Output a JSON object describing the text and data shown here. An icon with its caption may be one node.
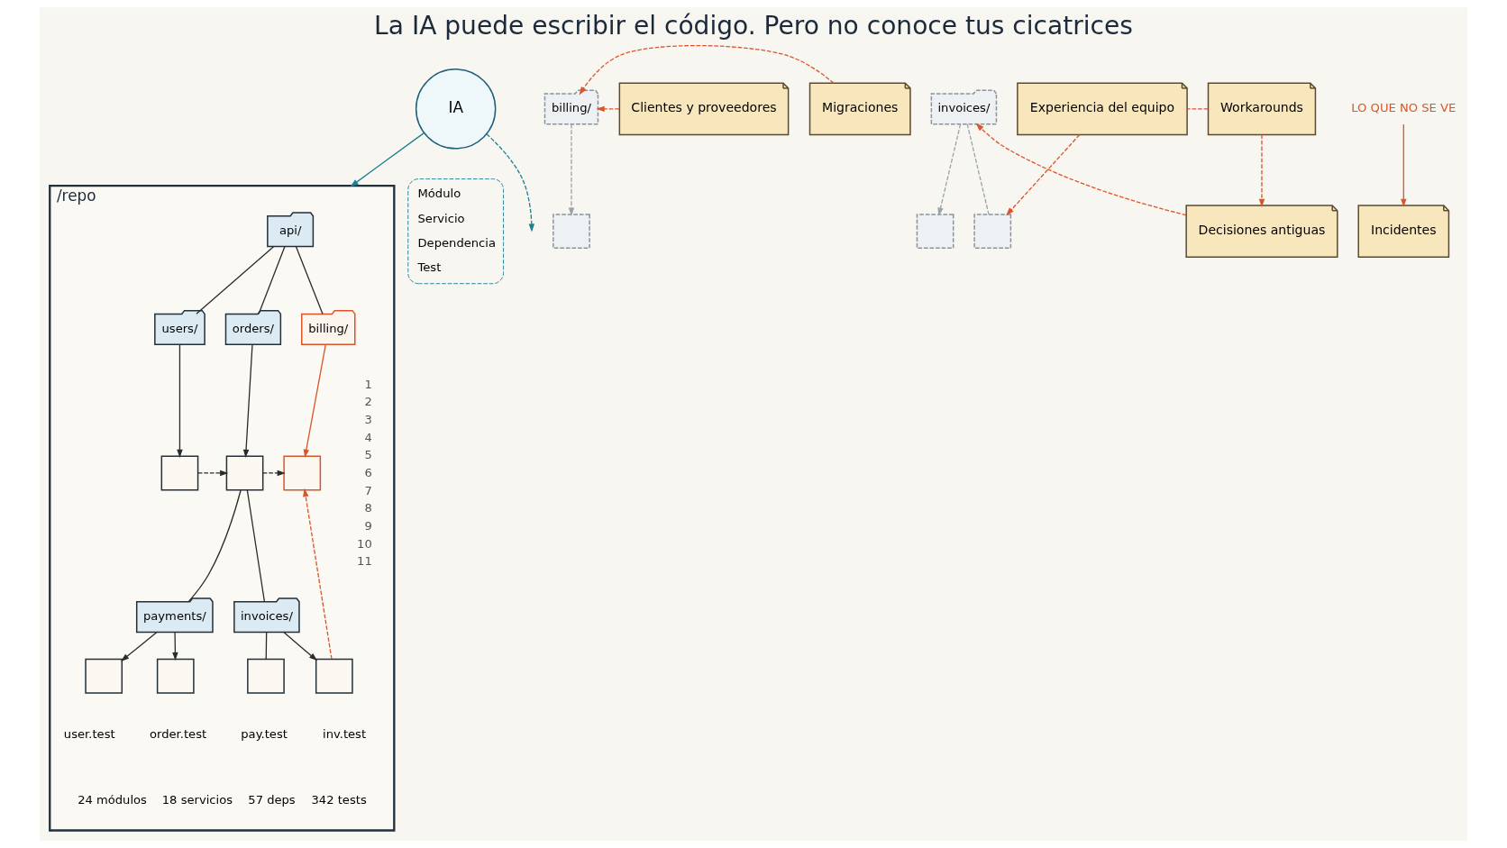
{
  "diagram": {
    "title": "La IA puede escribir el código. Pero no conoce tus cicatrices",
    "nodes": [
      {
        "text": [
          "IA"
        ]
      },
      {
        "text": [
          "/repo"
        ]
      },
      {
        "text": [
          "api/"
        ],
        "in": 1
      },
      {
        "text": [
          "users/"
        ],
        "in": 1
      },
      {
        "text": [
          "orders/"
        ],
        "in": 1
      },
      {
        "text": [
          "billing/"
        ],
        "in": 1
      },
      {
        "text": [],
        "shape": "box",
        "in": 1
      },
      {
        "text": [],
        "shape": "box",
        "in": 1
      },
      {
        "text": [],
        "shape": "box",
        "in": 1
      },
      {
        "text": [
          "payments/"
        ],
        "in": 1
      },
      {
        "text": [
          "invoices/"
        ],
        "in": 1
      },
      {
        "text": [],
        "shape": "box",
        "in": 1,
        "beside": [
          "user.test"
        ]
      },
      {
        "text": [],
        "shape": "box",
        "in": 1,
        "beside": [
          "order.test"
        ]
      },
      {
        "text": [],
        "shape": "box",
        "in": 1,
        "beside": [
          "pay.test"
        ]
      },
      {
        "text": [],
        "shape": "box",
        "in": 1,
        "beside": [
          "inv.test"
        ]
      },
      {
        "text": [
          "billing/"
        ]
      },
      {
        "text": [],
        "shape": "box"
      },
      {
        "text": [
          "invoices/"
        ]
      },
      {
        "text": [],
        "shape": "box"
      },
      {
        "text": [],
        "shape": "box"
      },
      {
        "text": [
          "Incidentes"
        ]
      },
      {
        "text": [
          "Clientes y proveedores"
        ]
      },
      {
        "text": [
          "Migraciones"
        ]
      },
      {
        "text": [
          "Decisiones antiguas"
        ]
      },
      {
        "text": [
          "Workarounds"
        ]
      },
      {
        "text": [
          "Experiencia del equipo"
        ]
      },
      {
        "text": [
          "LO QUE NO SE VE"
        ]
      }
    ],
    "edges": [
      {
        "from": 0,
        "to": 1,
        "arrow": "to",
        "color": "#1f7f94"
      },
      {
        "from": 0,
        "to": null,
        "arrow": "to",
        "style": "dashed",
        "color": "#1f7f94"
      },
      {
        "from": 2,
        "to": 3,
        "arrow": "none"
      },
      {
        "from": 2,
        "to": 4,
        "arrow": "none"
      },
      {
        "from": 2,
        "to": 5,
        "arrow": "none"
      },
      {
        "from": 3,
        "to": 6,
        "arrow": "to"
      },
      {
        "from": 4,
        "to": 7,
        "arrow": "to"
      },
      {
        "from": 5,
        "to": 8,
        "arrow": "to",
        "color": "#d9552b"
      },
      {
        "from": 6,
        "to": 7,
        "arrow": "to",
        "style": "dashed"
      },
      {
        "from": 7,
        "to": 8,
        "arrow": "to",
        "style": "dashed"
      },
      {
        "from": 7,
        "to": 9,
        "arrow": "none"
      },
      {
        "from": 7,
        "to": 10,
        "arrow": "none"
      },
      {
        "from": 9,
        "to": 11,
        "arrow": "to"
      },
      {
        "from": 9,
        "to": 12,
        "arrow": "to"
      },
      {
        "from": 10,
        "to": 13,
        "arrow": "none"
      },
      {
        "from": 10,
        "to": 14,
        "arrow": "to"
      },
      {
        "from": 14,
        "to": 8,
        "arrow": "to",
        "style": "dashed",
        "color": "#d9552b"
      },
      {
        "from": 15,
        "to": 16,
        "arrow": "to",
        "style": "dashed",
        "color": "#9aa3ab"
      },
      {
        "from": 17,
        "to": 18,
        "arrow": "to",
        "style": "dashed",
        "color": "#9aa3ab"
      },
      {
        "from": 17,
        "to": 19,
        "arrow": "none",
        "style": "dashed",
        "color": "#9aa3ab"
      },
      {
        "from": 26,
        "to": 20,
        "arrow": "to",
        "color": "#d9552b"
      },
      {
        "from": 21,
        "to": 15,
        "arrow": "to",
        "style": "dashed",
        "color": "#d9552b"
      },
      {
        "from": 22,
        "to": 15,
        "arrow": "to",
        "style": "dashed",
        "color": "#d9552b"
      },
      {
        "from": 23,
        "to": 17,
        "arrow": "to",
        "style": "dashed",
        "color": "#d9552b"
      },
      {
        "from": 24,
        "to": 23,
        "arrow": "to",
        "style": "dashed",
        "color": "#d9552b"
      },
      {
        "from": 24,
        "to": 25,
        "arrow": "none",
        "style": "dashed",
        "color": "#d9552b"
      },
      {
        "from": 25,
        "to": 19,
        "arrow": "to",
        "style": "dashed",
        "color": "#d9552b"
      }
    ],
    "labels": [
      "1",
      "2",
      "3",
      "4",
      "5",
      "6",
      "7",
      "8",
      "9",
      "10",
      "11",
      "24 módulos",
      "18 servicios",
      "57 deps",
      "342 tests"
    ],
    "legend": [
      {
        "text": "Módulo"
      },
      {
        "text": "Servicio"
      },
      {
        "text": "Dependencia"
      },
      {
        "text": "Test"
      }
    ]
  }
}
